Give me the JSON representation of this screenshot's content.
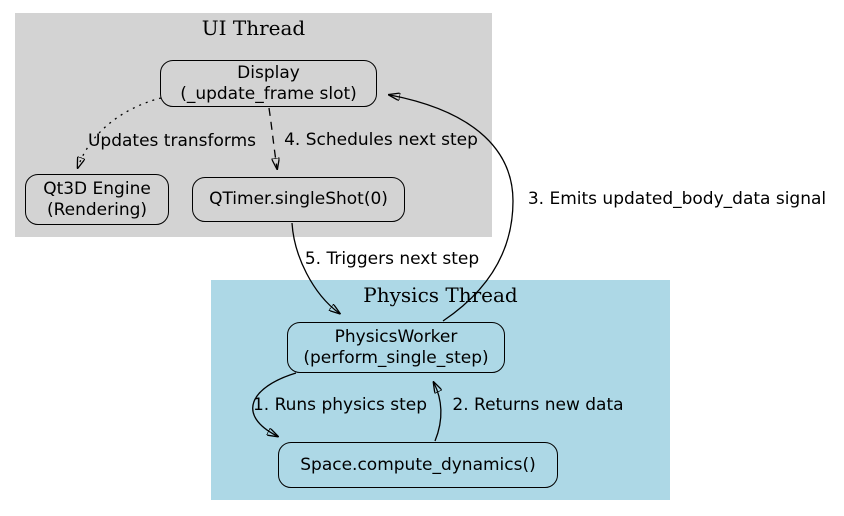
{
  "diagram": {
    "type": "flowchart",
    "description": "Qt UI thread / physics thread interaction diagram"
  },
  "colors": {
    "ui_cluster_fill": "#d3d3d3",
    "physics_cluster_fill": "#add8e6",
    "node_border": "#000000",
    "edge_stroke": "#000000",
    "text": "#000000",
    "page_background": "#ffffff"
  },
  "clusters": {
    "ui": {
      "label": "UI Thread"
    },
    "physics": {
      "label": "Physics Thread"
    }
  },
  "nodes": {
    "display": {
      "line1": "Display",
      "line2": "(_update_frame slot)"
    },
    "qt3d": {
      "line1": "Qt3D Engine",
      "line2": "(Rendering)"
    },
    "qtimer": {
      "line1": "QTimer.singleShot(0)"
    },
    "physics_worker": {
      "line1": "PhysicsWorker",
      "line2": "(perform_single_step)"
    },
    "space": {
      "line1": "Space.compute_dynamics()"
    }
  },
  "edges": {
    "updates_transforms": {
      "label": "Updates transforms",
      "style": "dotted",
      "from": "display",
      "to": "qt3d"
    },
    "schedules_next_step": {
      "label": "4. Schedules next step",
      "style": "dashed",
      "from": "display",
      "to": "qtimer"
    },
    "triggers_next_step": {
      "label": "5. Triggers next step",
      "style": "solid",
      "from": "qtimer",
      "to": "physics_worker"
    },
    "emits_signal": {
      "label": "3. Emits updated_body_data signal",
      "style": "solid",
      "from": "physics_worker",
      "to": "display"
    },
    "runs_physics_step": {
      "label": "1. Runs physics step",
      "style": "solid",
      "from": "physics_worker",
      "to": "space"
    },
    "returns_new_data": {
      "label": "2. Returns new data",
      "style": "solid",
      "from": "space",
      "to": "physics_worker"
    }
  }
}
